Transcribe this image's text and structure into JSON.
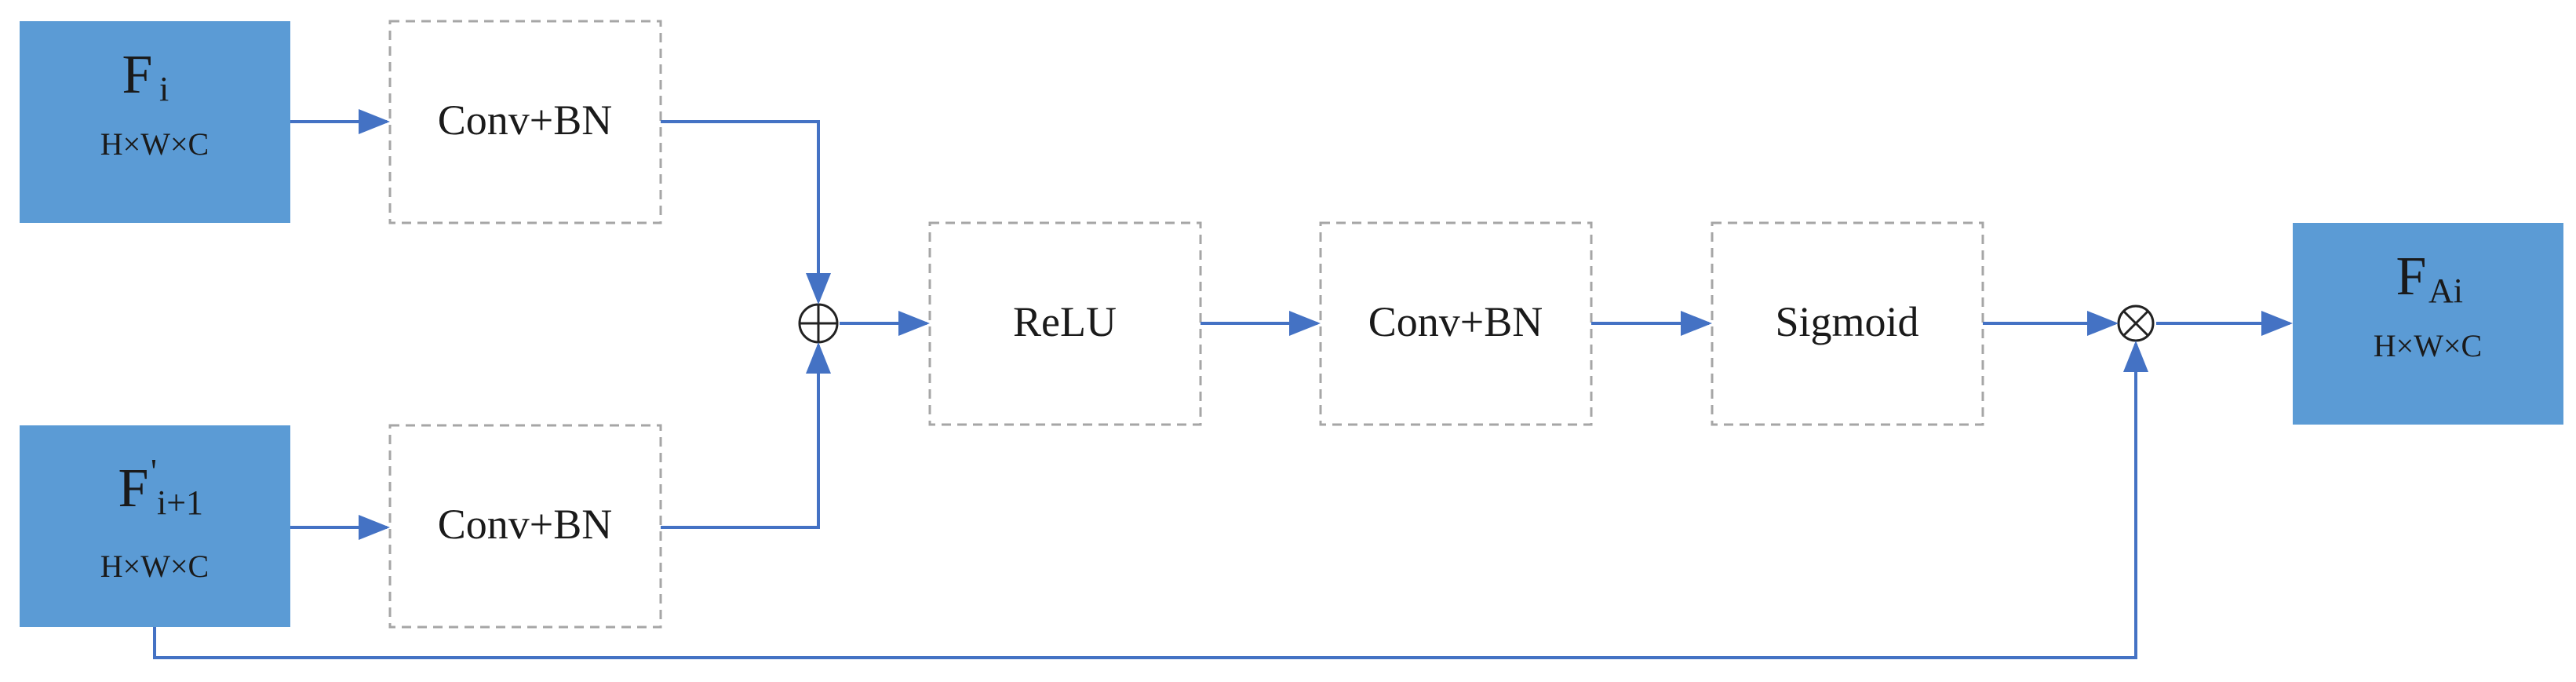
{
  "inputs": {
    "fi": {
      "symbol": "F",
      "subscript": "i",
      "dims": "H×W×C"
    },
    "fi1": {
      "symbol": "F",
      "superscript": "'",
      "subscript": "i+1",
      "dims": "H×W×C"
    }
  },
  "output": {
    "symbol": "F",
    "subscript": "Ai",
    "dims": "H×W×C"
  },
  "blocks": {
    "conv_top": "Conv+BN",
    "conv_bottom": "Conv+BN",
    "relu": "ReLU",
    "conv_mid": "Conv+BN",
    "sigmoid": "Sigmoid"
  },
  "colors": {
    "input_fill": "#5b9bd5",
    "arrow": "#4472c4",
    "dashed_border": "#a6a6a6"
  }
}
